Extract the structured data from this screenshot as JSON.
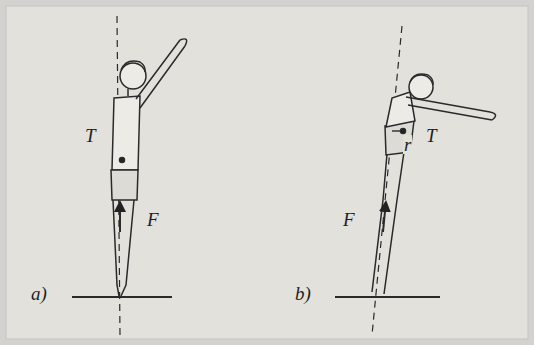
{
  "diagram": {
    "labels": [
      "T",
      "F",
      "a)",
      "r",
      "T",
      "F",
      "b)"
    ]
  }
}
